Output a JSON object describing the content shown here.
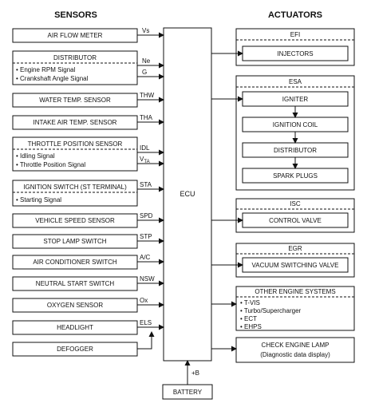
{
  "headers": {
    "sensors": "SENSORS",
    "actuators": "ACTUATORS"
  },
  "ecu": "ECU",
  "power": {
    "battery": "BATTERY",
    "plus_b": "+B"
  },
  "sensors": {
    "air_flow_meter": "AIR FLOW METER",
    "distributor_title": "DISTRIBUTOR",
    "distributor_sub1": "• Engine RPM Signal",
    "distributor_sub2": "• Crankshaft Angle Signal",
    "water_temp": "WATER TEMP. SENSOR",
    "intake_air_temp": "INTAKE AIR TEMP. SENSOR",
    "throttle_title": "THROTTLE POSITION SENSOR",
    "throttle_sub1": "• Idling Signal",
    "throttle_sub2": "• Throttle Position Signal",
    "ignition_title": "IGNITION SWITCH (ST TERMINAL)",
    "ignition_sub1": "• Starting Signal",
    "vehicle_speed": "VEHICLE SPEED SENSOR",
    "stop_lamp": "STOP LAMP SWITCH",
    "air_conditioner": "AIR CONDITIONER SWITCH",
    "neutral_start": "NEUTRAL START SWITCH",
    "oxygen": "OXYGEN SENSOR",
    "headlight": "HEADLIGHT",
    "defogger": "DEFOGGER"
  },
  "signals": {
    "vs": "Vs",
    "ne": "Ne",
    "g": "G",
    "thw": "THW",
    "tha": "THA",
    "idl": "IDL",
    "vta_main": "V",
    "vta_sub": "TA",
    "sta": "STA",
    "spd": "SPD",
    "stp": "STP",
    "ac": "A/C",
    "nsw": "NSW",
    "ox": "Ox",
    "els": "ELS"
  },
  "actuators": {
    "efi": "EFI",
    "injectors": "INJECTORS",
    "esa": "ESA",
    "igniter": "IGNITER",
    "ignition_coil": "IGNITION COIL",
    "distributor": "DISTRIBUTOR",
    "spark_plugs": "SPARK PLUGS",
    "isc": "ISC",
    "control_valve": "CONTROL VALVE",
    "egr": "EGR",
    "vacuum_valve": "VACUUM SWITCHING VALVE",
    "other_title": "OTHER ENGINE SYSTEMS",
    "other_1": "• T-VIS",
    "other_2": "• Turbo/Supercharger",
    "other_3": "• ECT",
    "other_4": "• EHPS",
    "check_lamp": "CHECK ENGINE LAMP",
    "check_lamp_sub": "(Diagnostic data display)"
  }
}
